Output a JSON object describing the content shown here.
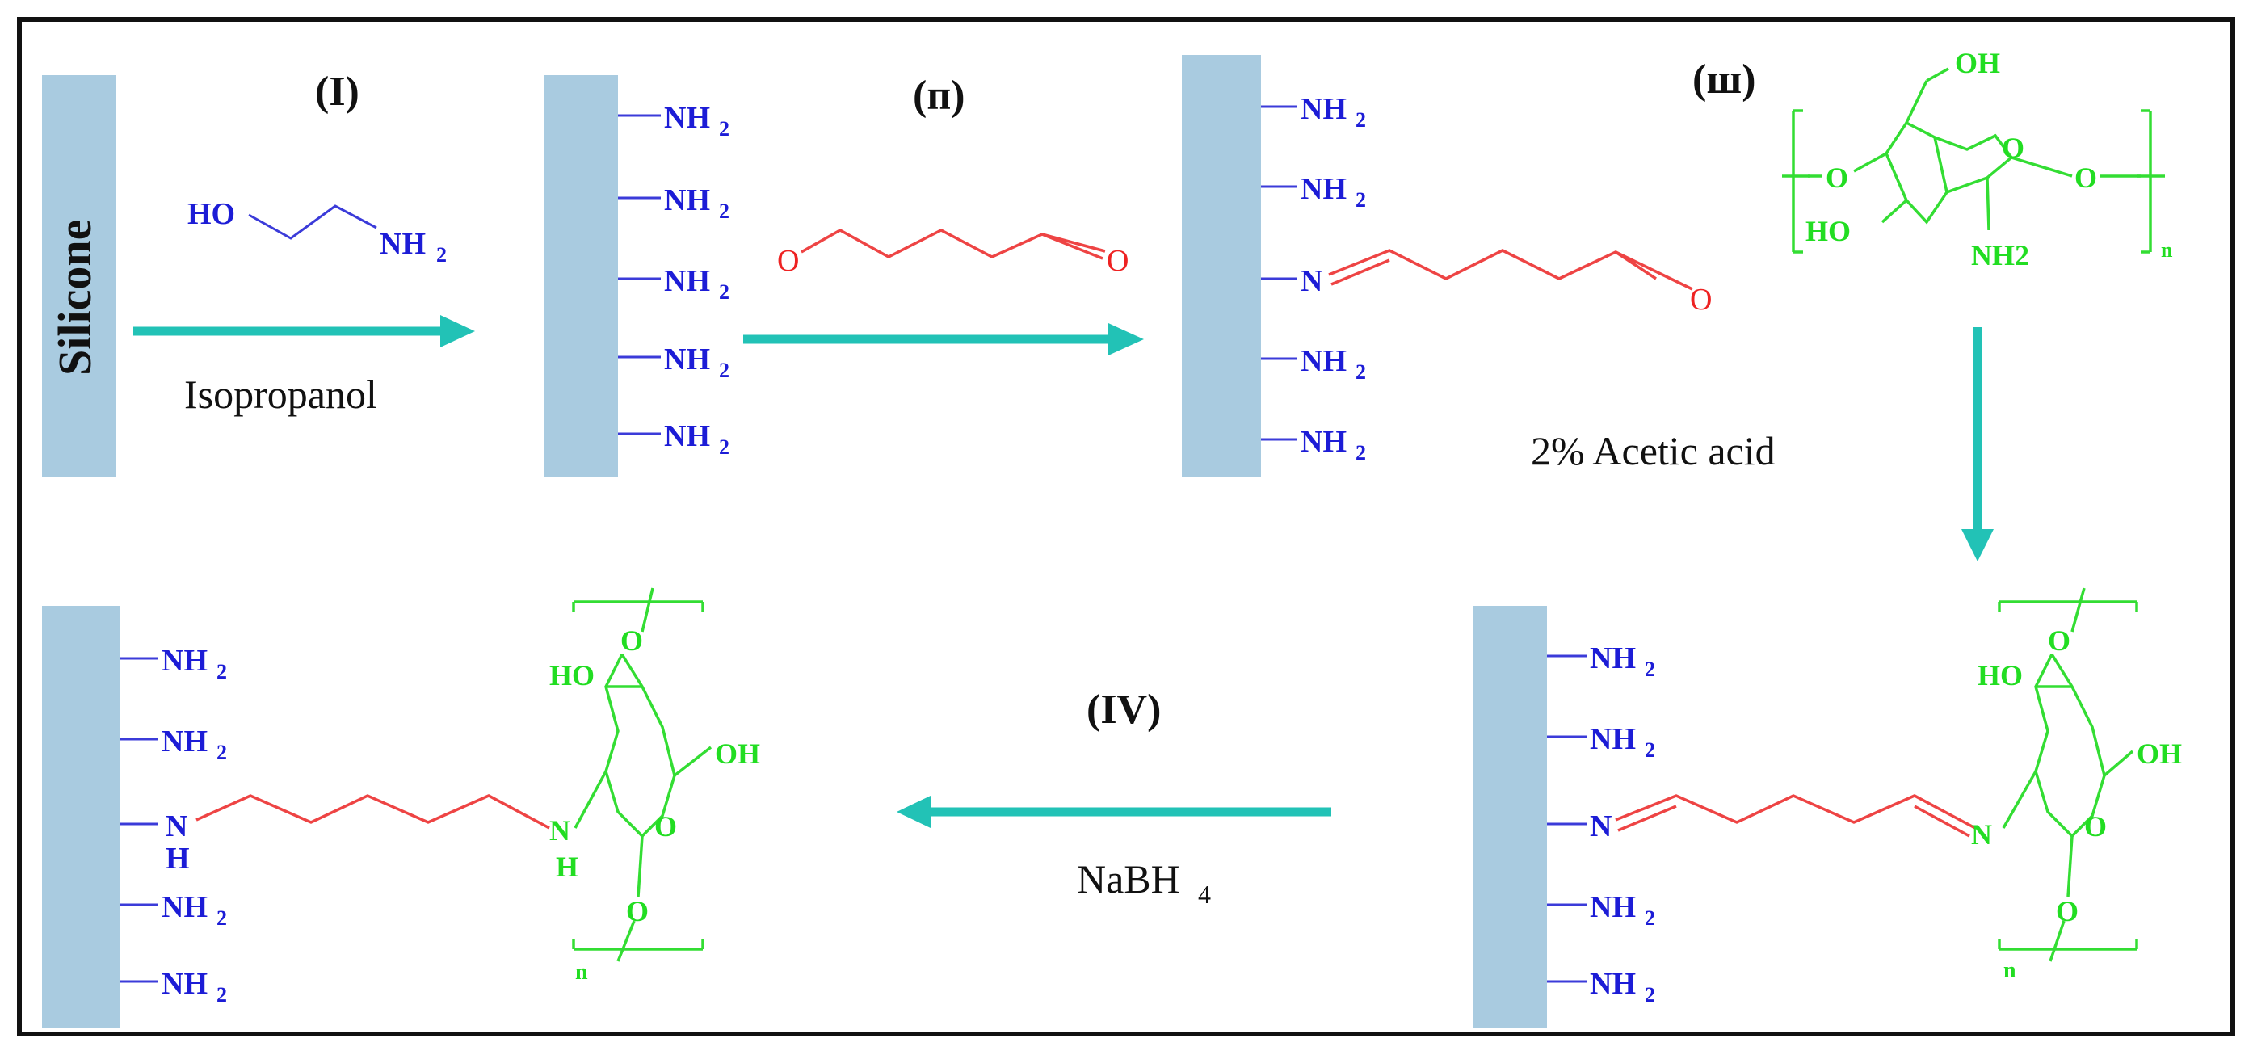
{
  "labels": {
    "silicone": "Silicone",
    "step1": "(I)",
    "step2": "(п)",
    "step3": "(ш)",
    "step4": "(IV)",
    "reagent1": "Isopropanol",
    "reagent3": "2% Acetic acid",
    "reagent4_main": "NaBH",
    "reagent4_sub": "4"
  },
  "chem": {
    "nh": "NH",
    "two": "2",
    "ho": "HO",
    "oh": "OH",
    "o": "O",
    "n": "N",
    "h": "H",
    "nh2_plain": "NH2",
    "n_sub": "n"
  },
  "colors": {
    "surface": "#a9cbe0",
    "arrow": "#22c2b6",
    "amine": "#1c1cd6",
    "glutaraldehyde": "#ee2222",
    "chitosan": "#22dd22"
  }
}
